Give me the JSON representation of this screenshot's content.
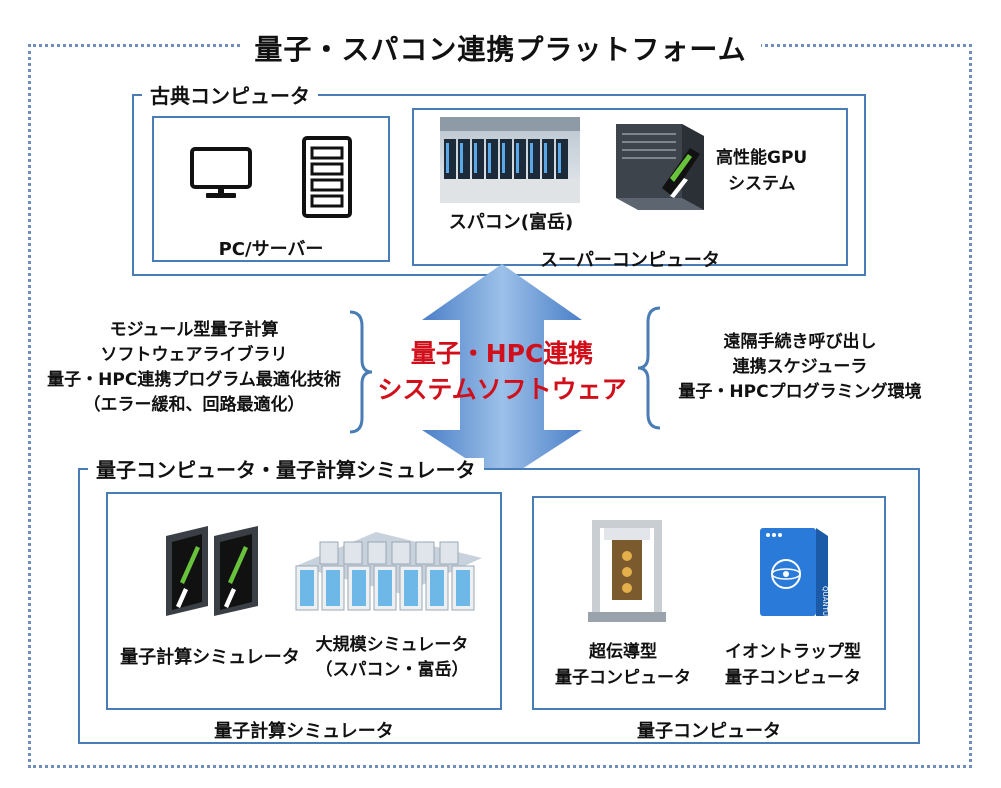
{
  "platform": {
    "title": "量子・スパコン連携プラットフォーム"
  },
  "classical": {
    "label": "古典コンピュータ",
    "pc_caption": "PC/サーバー",
    "super_caption": "スーパーコンピュータ",
    "spacon_caption": "スパコン(富岳)",
    "gpu_line1": "高性能GPU",
    "gpu_line2": "システム"
  },
  "center": {
    "line1": "量子・HPC連携",
    "line2": "システムソフトウェア"
  },
  "left_features": [
    "モジュール型量子計算",
    "ソフトウェアライブラリ",
    "量子・HPC連携プログラム最適化技術",
    "（エラー緩和、回路最適化）"
  ],
  "right_features": [
    "遠隔手続き呼び出し",
    "連携スケジューラ",
    "量子・HPCプログラミング環境"
  ],
  "quantum": {
    "label": "量子コンピュータ・量子計算シミュレータ",
    "sim_box_caption": "量子計算シミュレータ",
    "sim_caption": "量子計算シミュレータ",
    "large_sim_line1": "大規模シミュレータ",
    "large_sim_line2": "（スパコン・富岳）",
    "qc_box_caption": "量子コンピュータ",
    "sc_line1": "超伝導型",
    "sc_line2": "量子コンピュータ",
    "ion_line1": "イオントラップ型",
    "ion_line2": "量子コンピュータ",
    "quantum_word": "QUANTUM"
  }
}
